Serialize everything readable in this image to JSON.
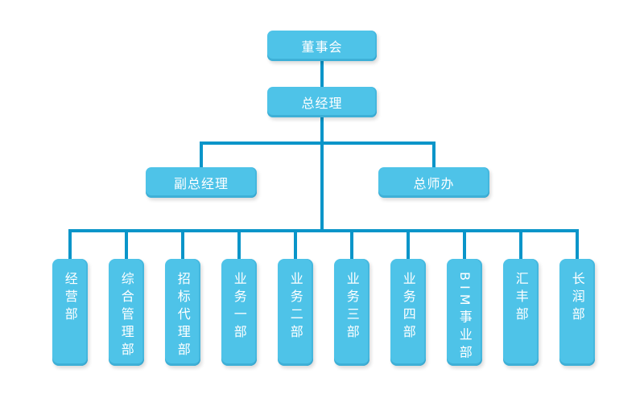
{
  "colors": {
    "background": "#ffffff",
    "node_fill": "#4ec3e8",
    "connector": "#0a95c9",
    "node_text": "#ffffff"
  },
  "org_chart": {
    "level1": {
      "label": "董事会"
    },
    "level2": {
      "label": "总经理"
    },
    "level3": [
      {
        "label": "副总经理"
      },
      {
        "label": "总师办"
      }
    ],
    "departments": [
      {
        "label": "经营部"
      },
      {
        "label": "综合管理部"
      },
      {
        "label": "招标代理部"
      },
      {
        "label": "业务一部"
      },
      {
        "label": "业务二部"
      },
      {
        "label": "业务三部"
      },
      {
        "label": "业务四部"
      },
      {
        "label": "BIM事业部"
      },
      {
        "label": "汇丰部"
      },
      {
        "label": "长润部"
      }
    ]
  }
}
